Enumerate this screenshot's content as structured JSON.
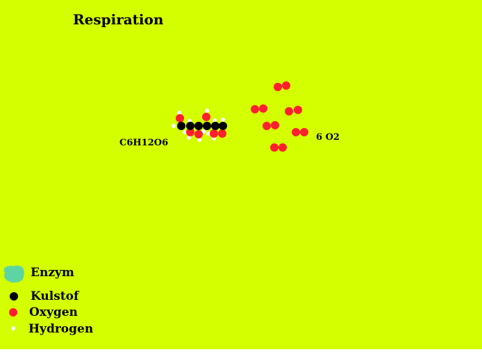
{
  "title": "Respiration",
  "labels": {
    "glucose": "C6H12O6",
    "oxygen": "6 O2"
  },
  "legend": [
    {
      "label": "Enzym",
      "color": "#5fd4a3",
      "icon": "enzyme-blob-icon"
    },
    {
      "label": "Kulstof",
      "color": "#000000",
      "icon": "carbon-dot-icon"
    },
    {
      "label": "Oxygen",
      "color": "#ff1f2f",
      "icon": "oxygen-dot-icon"
    },
    {
      "label": "Hydrogen",
      "color": "#ffffff",
      "icon": "hydrogen-dot-icon"
    }
  ],
  "colors": {
    "background": "#d4ff00",
    "carbon": "#000000",
    "oxygen": "#ff1f2f",
    "hydrogen": "#ffffff",
    "enzyme": "#5fd4a3",
    "text": "#000000"
  },
  "molecules": {
    "glucose_count": 1,
    "oxygen_count": 6
  }
}
